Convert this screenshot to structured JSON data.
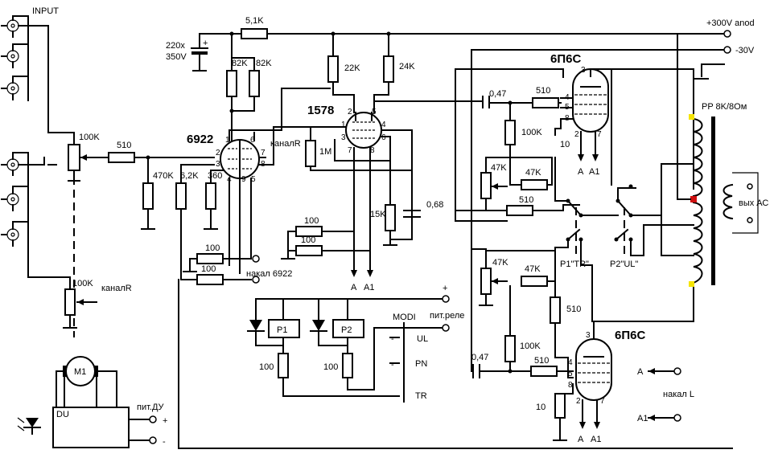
{
  "labels": {
    "input": "INPUT",
    "anod": "+300V anod",
    "neg30": "-30V",
    "output_transformer": "PP 8K/8Ом",
    "output": "вых АС",
    "switch1": "P1\"TR\"",
    "switch2": "P2\"UL\"",
    "filament_l": "накал L",
    "filament_6922": "накал 6922",
    "channel_r1": "каналR",
    "channel_r2": "каналR",
    "relay_power": "пит.реле",
    "modi": "MODI",
    "mode_ul": "UL",
    "mode_pn": "PN",
    "mode_tr": "TR",
    "du_power": "пит.ДУ",
    "du": "DU",
    "motor": "M1",
    "relay1": "P1",
    "relay2": "P2",
    "plus1": "+",
    "plus2": "+",
    "minus1": "-",
    "minus2": "-",
    "minus3": "-",
    "a": "A",
    "a1": "A1"
  },
  "tubes": {
    "t6922": "6922",
    "t1578": "1578",
    "t6p6s_top": "6П6С",
    "t6p6s_bot": "6П6С"
  },
  "components": {
    "r_5k1": "5,1K",
    "c_220": "220x",
    "c_350": "350V",
    "r_82k_a": "82K",
    "r_82k_b": "82K",
    "r_22k": "22K",
    "r_24k": "24K",
    "r_100k_in": "100K",
    "r_510_in": "510",
    "r_470k": "470K",
    "r_6k2": "6,2K",
    "r_360": "360",
    "r_1m": "1M",
    "r_15k": "15K",
    "c_068": "0,68",
    "r_100_a": "100",
    "r_100_b": "100",
    "r_100_c": "100",
    "r_100_d": "100",
    "r_100k_r": "100K",
    "c_047_top": "0,47",
    "r_510_top": "510",
    "r_100k_top": "100K",
    "r_10_top": "10",
    "r_47k_a": "47K",
    "r_47k_b": "47K",
    "r_510_mid": "510",
    "r_47k_c": "47K",
    "r_47k_d": "47K",
    "r_510_right": "510",
    "c_047_bot": "0,47",
    "r_100k_bot": "100K",
    "r_510_bot": "510",
    "r_10_bot": "10",
    "r_100_relay1": "100",
    "r_100_relay2": "100"
  },
  "pins": {
    "p6922_1": "1",
    "p6922_2": "2",
    "p6922_3": "3",
    "p6922_4": "4",
    "p6922_5": "5",
    "p6922_6": "6",
    "p6922_7": "7",
    "p6922_8": "8",
    "p6922_9": "9",
    "p1578_1": "1",
    "p1578_2": "2",
    "p1578_3": "3",
    "p1578_4": "4",
    "p1578_5": "5",
    "p1578_6": "6",
    "p1578_7": "7",
    "p1578_8": "8",
    "pt_3": "3",
    "pt_4": "4",
    "pt_5": "5",
    "pt_8": "8",
    "pt_2": "2",
    "pt_7": "7",
    "pb_3": "3",
    "pb_4": "4",
    "pb_5": "5",
    "pb_8": "8",
    "pb_2": "2",
    "pb_7": "7"
  },
  "colors": {
    "marker_yellow": "#f5e400",
    "marker_red": "#d01010"
  }
}
